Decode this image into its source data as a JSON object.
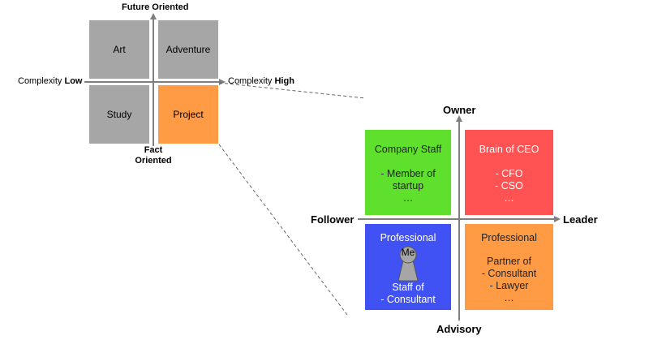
{
  "small_matrix": {
    "top_label": "Future Oriented",
    "bottom_label": [
      "Fact",
      "Oriented"
    ],
    "left_label": {
      "prefix": "Complexity ",
      "bold": "Low"
    },
    "right_label": {
      "prefix": "Complexity ",
      "bold": "High"
    },
    "cells": [
      {
        "name": "Art",
        "color": "#a6a6a6"
      },
      {
        "name": "Adventure",
        "color": "#a6a6a6"
      },
      {
        "name": "Study",
        "color": "#a6a6a6"
      },
      {
        "name": "Project",
        "color": "#ff9a45"
      }
    ]
  },
  "large_matrix": {
    "top_label": "Owner",
    "bottom_label": "Advisory",
    "left_label": "Follower",
    "right_label": "Leader",
    "cells": {
      "top_left": {
        "title": "Company Staff",
        "lines": [
          "- Member of",
          "startup",
          "…"
        ],
        "color": "#5fe02d"
      },
      "top_right": {
        "title": "Brain of CEO",
        "lines": [
          "- CFO",
          "- CSO",
          "…"
        ],
        "color": "#ff5252"
      },
      "bottom_left": {
        "title": "Professional",
        "marker": "Me",
        "lines": [
          "Staff of",
          "- Consultant"
        ],
        "color": "#4152f5"
      },
      "bottom_right": {
        "title": "Professional",
        "lines": [
          "Partner of",
          "- Consultant",
          "- Lawyer",
          "…"
        ],
        "color": "#ff9a45"
      }
    }
  }
}
